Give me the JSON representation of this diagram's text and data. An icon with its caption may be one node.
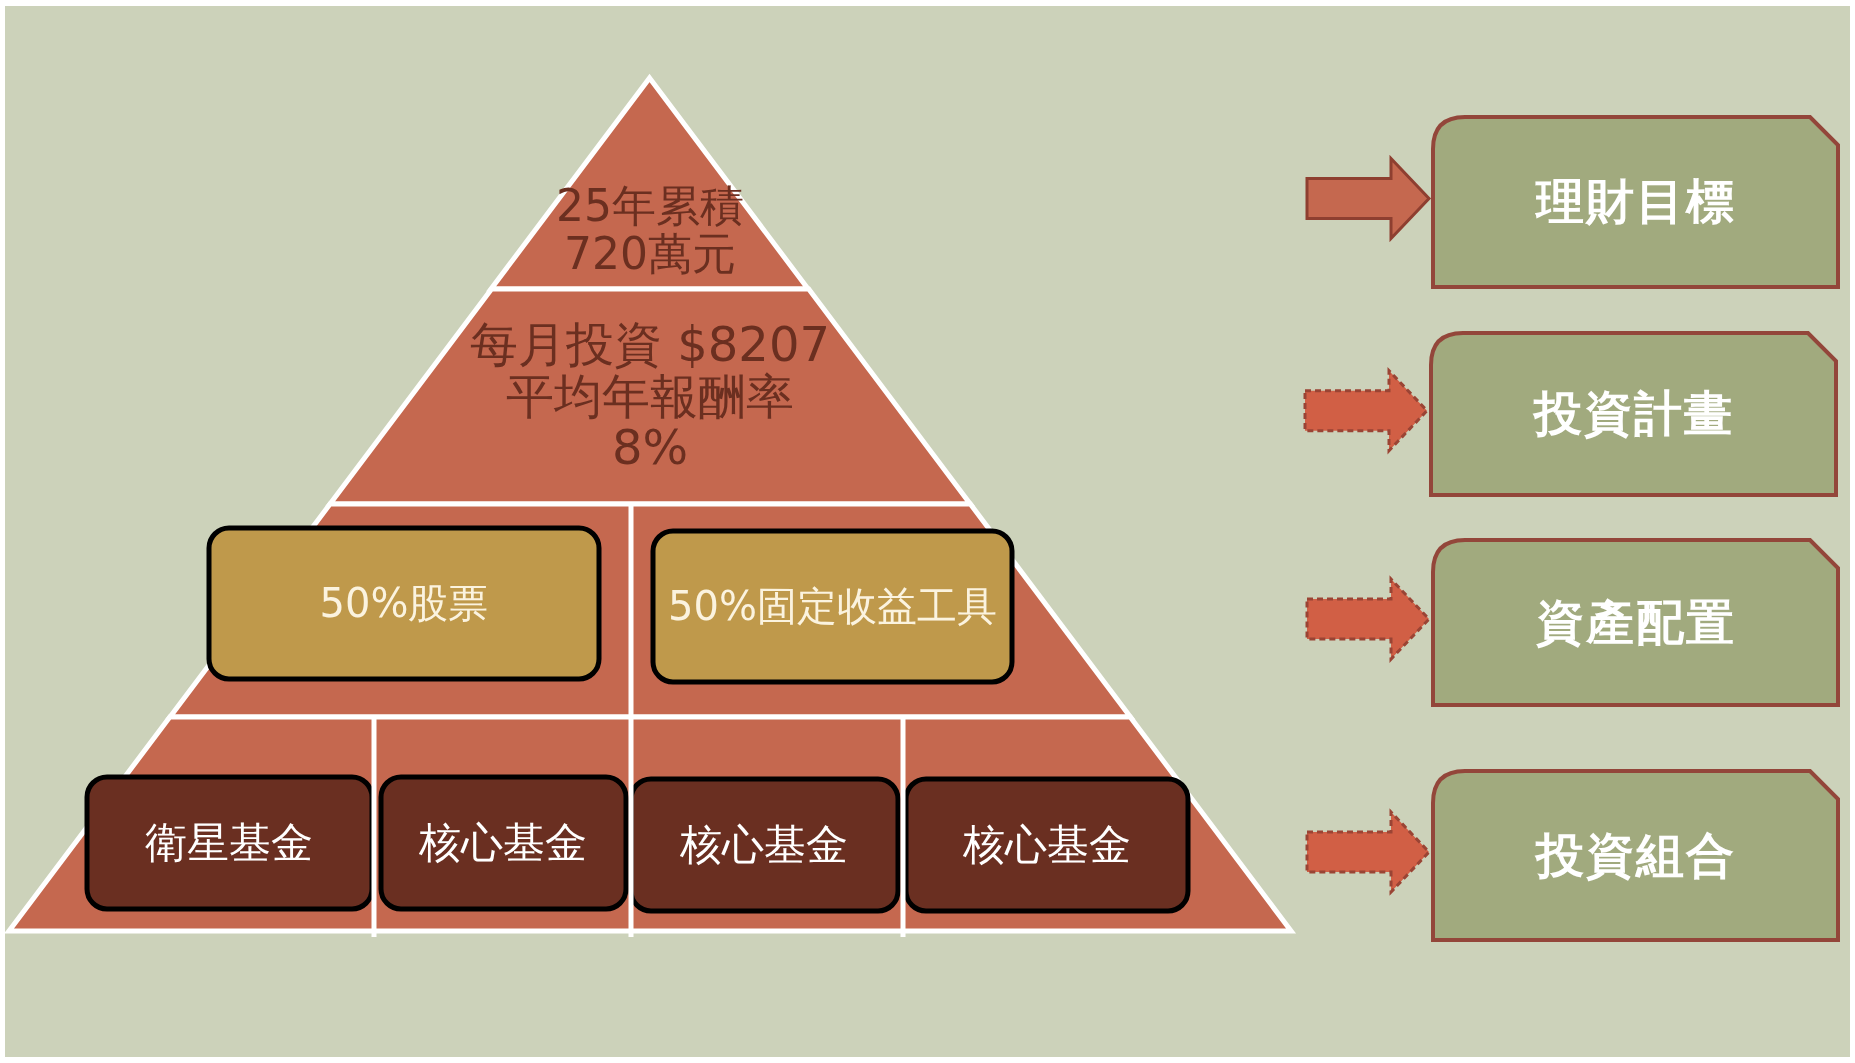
{
  "diagram": {
    "nodes": [
      {
        "text": [
          "25年累積720萬元"
        ]
      },
      {
        "text": [
          "每月投資 $8207 平均年報酬率 8%"
        ]
      },
      {
        "text": [],
        "shape": "band"
      },
      {
        "text": [
          "50%股票"
        ],
        "in": 2
      },
      {
        "text": [
          "50%固定收益工具"
        ],
        "in": 2
      },
      {
        "text": [],
        "shape": "band"
      },
      {
        "text": [
          "衛星基金"
        ],
        "in": 5
      },
      {
        "text": [
          "核心基金"
        ],
        "in": 5
      },
      {
        "text": [
          "核心基金"
        ],
        "in": 5
      },
      {
        "text": [
          "核心基金"
        ],
        "in": 5
      },
      {
        "text": [
          "理財目標"
        ]
      },
      {
        "text": [
          "投資計畫"
        ]
      },
      {
        "text": [
          "資產配置"
        ]
      },
      {
        "text": [
          "投資組合"
        ]
      }
    ],
    "edges": [
      {
        "from": null,
        "to": 10,
        "arrow": "to"
      },
      {
        "from": null,
        "to": 11,
        "arrow": "to",
        "style": "dashed"
      },
      {
        "from": null,
        "to": 12,
        "arrow": "to",
        "style": "dashed"
      },
      {
        "from": null,
        "to": 13,
        "arrow": "to",
        "style": "dashed"
      }
    ]
  }
}
